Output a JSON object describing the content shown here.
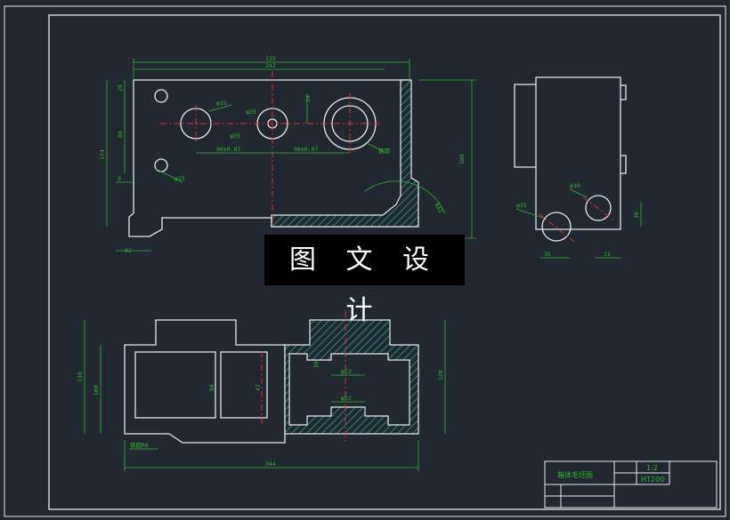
{
  "watermark": "图 文 设 计",
  "title_block": {
    "drawing_name": "箱体毛坯图",
    "scale_value": "1:2",
    "material_value": "HT200"
  },
  "dimensions": {
    "top_view": {
      "overall_width": "325",
      "inner_width": "242",
      "height_right": "180",
      "height_left": "174",
      "hole_spacing_left": "90±0.07",
      "hole_spacing_right": "90±0.07",
      "hole_dia_small": "φ15",
      "hole_dia_mid": "φ35",
      "hole_dia_mid2": "φ25",
      "hole_dia_top": "φ15",
      "dim_88": "88",
      "dim_28": "28",
      "dim_14": "14",
      "dim_82": "82",
      "dim_9": "9",
      "radius_label": "R42",
      "note_label": "铸圆"
    },
    "side_view": {
      "hole_a": "φ30",
      "hole_b": "φ25",
      "dim_35": "35",
      "dim_33": "33",
      "dim_30": "30"
    },
    "front_view": {
      "overall_length": "344",
      "left_height": "130",
      "left_height2": "160",
      "right_height": "120",
      "inner_94": "94",
      "inner_47": "47",
      "bore_upper": "φ52",
      "bore_lower": "φ52",
      "dim_38": "38",
      "fillet_label": "铸圆R8"
    }
  }
}
